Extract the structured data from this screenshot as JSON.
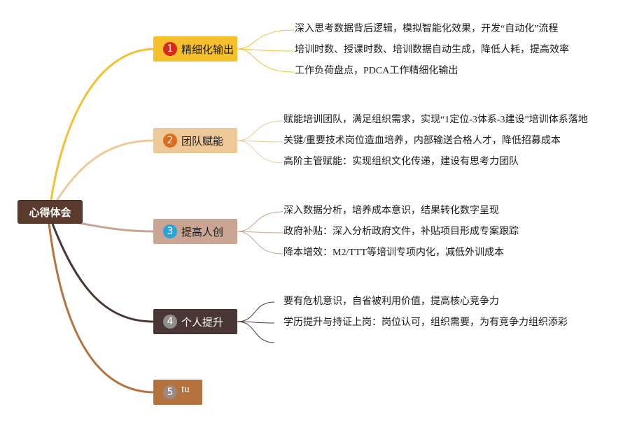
{
  "root": {
    "label": "心得体会"
  },
  "branches": [
    {
      "number": "1",
      "label": "精细化输出",
      "colors": {
        "box": "#f6c02c",
        "badge": "#d6281c",
        "text": "#1a1a1a",
        "link": "#f3c035"
      },
      "items": [
        "深入思考数据背后逻辑，模拟智能化效果，开发“自动化”流程",
        "培训时数、授课时数、培训数据自动生成，降低人耗，提高效率",
        "工作负荷盘点，PDCA工作精细化输出"
      ]
    },
    {
      "number": "2",
      "label": "团队赋能",
      "colors": {
        "box": "#efc897",
        "badge": "#e06a1b",
        "text": "#1a1a1a",
        "link": "#efc999"
      },
      "items": [
        "赋能培训团队，满足组织需求，实现“1定位-3体系-3建设”培训体系落地",
        "关键/重要技术岗位造血培养，内部输送合格人才，降低招募成本",
        "高阶主管赋能：实现组织文化传递，建设有思考力团队"
      ]
    },
    {
      "number": "3",
      "label": "提高人创",
      "colors": {
        "box": "#caa594",
        "badge": "#2aa2dc",
        "text": "#1a1a1a",
        "link": "#c9a493"
      },
      "items": [
        "深入数据分析，培养成本意识，结果转化数字呈现",
        "政府补贴：深入分析政府文件，补贴项目形成专案跟踪",
        "降本增效：M2/TTT等培训专项内化，减低外训成本"
      ]
    },
    {
      "number": "4",
      "label": "个人提升",
      "colors": {
        "box": "#4a3634",
        "badge": "#8e8e8e",
        "text": "#ffffff",
        "link": "#4a3634"
      },
      "items": [
        "要有危机意识，自省被利用价值，提高核心竞争力",
        "学历提升与持证上岗：岗位认可，组织需要，为有竞争力组织添彩",
        ""
      ]
    },
    {
      "number": "5",
      "label": "tu",
      "colors": {
        "box": "#b5723d",
        "badge": "#9a8a80",
        "text": "#ffffff",
        "link": "#b5723d"
      },
      "items": []
    }
  ]
}
